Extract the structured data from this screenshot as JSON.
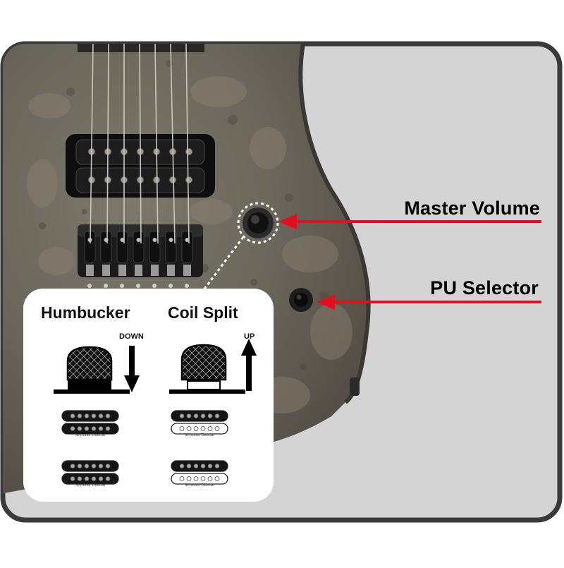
{
  "callouts": {
    "master_volume": "Master Volume",
    "pu_selector": "PU Selector"
  },
  "inset": {
    "humbucker": {
      "title": "Humbucker",
      "direction": "DOWN",
      "pickups": [
        {
          "coils": [
            "active",
            "active"
          ],
          "brand": "Seymour Duncan"
        },
        {
          "coils": [
            "active",
            "active"
          ],
          "brand": "Seymour Duncan"
        }
      ]
    },
    "coil_split": {
      "title": "Coil Split",
      "direction": "UP",
      "pickups": [
        {
          "coils": [
            "active",
            "inactive"
          ],
          "brand": "Seymour Duncan"
        },
        {
          "coils": [
            "active",
            "inactive"
          ],
          "brand": "Seymour Duncan"
        }
      ]
    }
  },
  "colors": {
    "arrow": "#e0101e",
    "frame": "#3a3a3a",
    "background": "#d4d4d4",
    "body_wood": "#6e6a60",
    "pickup_black": "#151515"
  }
}
